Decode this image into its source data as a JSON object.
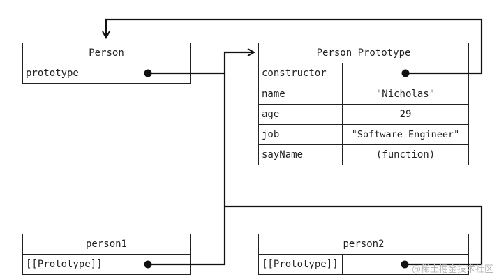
{
  "person": {
    "title": "Person",
    "rows": [
      {
        "key": "prototype",
        "value": ""
      }
    ]
  },
  "person_prototype": {
    "title": "Person Prototype",
    "rows": [
      {
        "key": "constructor",
        "value": ""
      },
      {
        "key": "name",
        "value": "\"Nicholas\""
      },
      {
        "key": "age",
        "value": "29"
      },
      {
        "key": "job",
        "value": "\"Software Engineer\""
      },
      {
        "key": "sayName",
        "value": "(function)"
      }
    ]
  },
  "person1": {
    "title": "person1",
    "rows": [
      {
        "key": "[[Prototype]]",
        "value": ""
      }
    ]
  },
  "person2": {
    "title": "person2",
    "rows": [
      {
        "key": "[[Prototype]]",
        "value": ""
      }
    ]
  },
  "watermark": "@稀土掘金技术社区"
}
